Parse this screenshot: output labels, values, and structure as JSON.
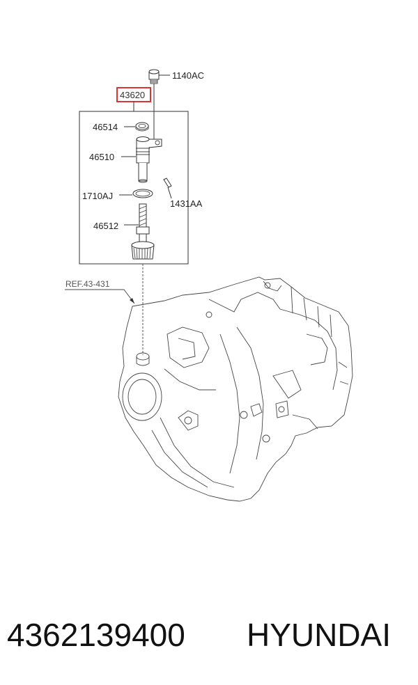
{
  "callouts": {
    "bolt": "1140AC",
    "assembly": "43620",
    "seal": "46514",
    "sleeve": "46510",
    "oring": "1710AJ",
    "pin": "1431AA",
    "gear": "46512",
    "reference": "REF.43-431"
  },
  "colors": {
    "selected_box": "#d62020",
    "line": "#333333"
  },
  "caption": {
    "part_number": "4362139400",
    "brand": "HYUNDAI"
  }
}
